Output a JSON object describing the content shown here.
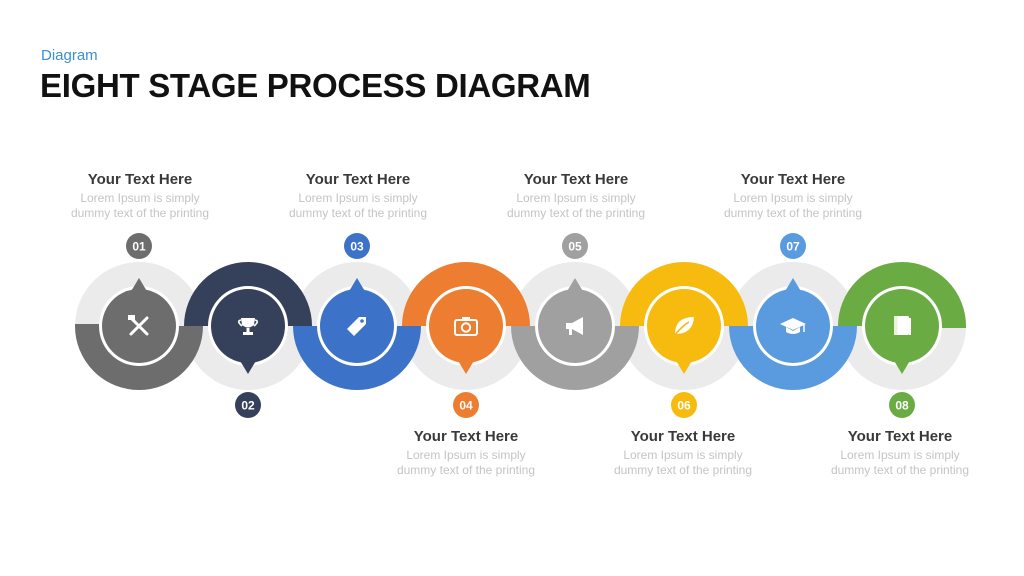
{
  "header": {
    "subtitle": "Diagram",
    "title": "EIGHT STAGE PROCESS DIAGRAM"
  },
  "stages": [
    {
      "number": "01",
      "color": "#6d6d6d",
      "icon": "tools-icon",
      "heading": "Your Text Here",
      "text_line1": "Lorem Ipsum  is simply",
      "text_line2": "dummy text of the printing"
    },
    {
      "number": "02",
      "color": "#35405a",
      "icon": "trophy-icon",
      "heading": "",
      "text_line1": "",
      "text_line2": ""
    },
    {
      "number": "03",
      "color": "#3c72c7",
      "icon": "tag-icon",
      "heading": "Your Text Here",
      "text_line1": "Lorem Ipsum  is simply",
      "text_line2": "dummy text of the printing"
    },
    {
      "number": "04",
      "color": "#ed7d31",
      "icon": "camera-icon",
      "heading": "Your Text Here",
      "text_line1": "Lorem Ipsum  is simply",
      "text_line2": "dummy text of the printing"
    },
    {
      "number": "05",
      "color": "#a0a0a0",
      "icon": "megaphone-icon",
      "heading": "Your Text Here",
      "text_line1": "Lorem Ipsum  is simply",
      "text_line2": "dummy text of the printing"
    },
    {
      "number": "06",
      "color": "#f7bb10",
      "icon": "leaf-icon",
      "heading": "Your Text Here",
      "text_line1": "Lorem Ipsum  is simply",
      "text_line2": "dummy text of the printing"
    },
    {
      "number": "07",
      "color": "#5a9be0",
      "icon": "graduation-cap-icon",
      "heading": "Your Text Here",
      "text_line1": "Lorem Ipsum  is simply",
      "text_line2": "dummy text of the printing"
    },
    {
      "number": "08",
      "color": "#6aab44",
      "icon": "book-icon",
      "heading": "Your Text Here",
      "text_line1": "Lorem Ipsum  is simply",
      "text_line2": "dummy text of the printing"
    }
  ],
  "track_color": "#ebebeb"
}
